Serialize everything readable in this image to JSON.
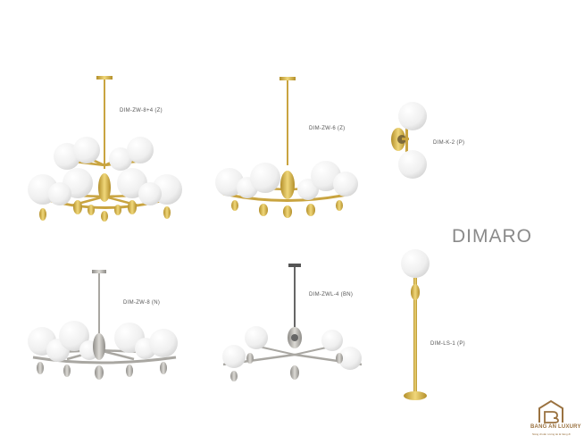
{
  "collection_title": "DIMARO",
  "products": [
    {
      "code": "DIM-ZW-8+4 (Z)",
      "finish": "gold"
    },
    {
      "code": "DIM-ZW-6 (Z)",
      "finish": "gold"
    },
    {
      "code": "DIM-K-2 (P)",
      "finish": "gold"
    },
    {
      "code": "DIM-ZW-8 (N)",
      "finish": "nickel"
    },
    {
      "code": "DIM-ZWL-4 (BN)",
      "finish": "black-nickel"
    },
    {
      "code": "DIM-LS-1 (P)",
      "finish": "gold"
    }
  ],
  "brand": {
    "name": "BANG AN LUXURY",
    "tagline": "Nâng chuẩn tương lai là hàng đi"
  },
  "colors": {
    "gold": "#d9b64c",
    "gold_dark": "#b38f2a",
    "nickel": "#b9b7b2",
    "nickel_dark": "#8e8c88",
    "globe": "#f4f4f4",
    "globe_shadow": "#d8d8d8",
    "brand": "#9a7240"
  }
}
